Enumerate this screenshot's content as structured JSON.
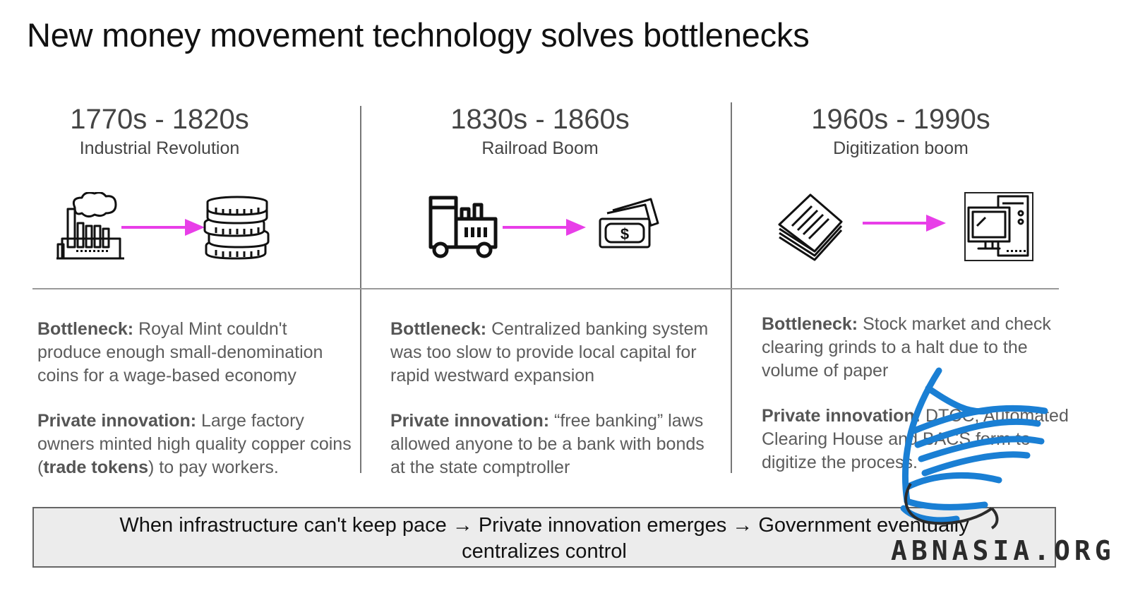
{
  "title": "New money movement technology solves bottlenecks",
  "columns": [
    {
      "years": "1770s - 1820s",
      "era": "Industrial Revolution",
      "from_icon": "factory-icon",
      "to_icon": "coins-stack-icon",
      "bottleneck_label": "Bottleneck:",
      "bottleneck_text": " Royal Mint couldn't produce enough small-denomination coins for a wage-based economy",
      "innovation_label": "Private innovation:",
      "innovation_text_a": " Large factory owners minted high quality copper coins (",
      "innovation_bold": "trade tokens",
      "innovation_text_b": ") to pay workers."
    },
    {
      "years": "1830s - 1860s",
      "era": "Railroad Boom",
      "from_icon": "train-icon",
      "to_icon": "banknotes-icon",
      "dollar_symbol": "$",
      "bottleneck_label": "Bottleneck:",
      "bottleneck_text": " Centralized banking system was too slow to provide local capital for rapid westward expansion",
      "innovation_label": "Private innovation:",
      "innovation_text": " “free banking” laws allowed anyone to be a bank with bonds at the state comptroller"
    },
    {
      "years": "1960s - 1990s",
      "era": "Digitization boom",
      "from_icon": "paper-stack-icon",
      "to_icon": "computer-icon",
      "bottleneck_label": "Bottleneck:",
      "bottleneck_text": " Stock market and check clearing grinds to a halt due to the volume of paper",
      "innovation_label": "Private innovation:",
      "innovation_text": " DTCC, Automated Clearing House and BACS form to digitize the process."
    }
  ],
  "summary": {
    "line1": "When infrastructure can't keep pace → Private innovation emerges → Government eventually",
    "line2": "centralizes control"
  },
  "watermark": {
    "text": "ABNASIA.ORG",
    "icon": "bird-logo-icon"
  },
  "colors": {
    "arrow": "#e83ee8",
    "watermark_blue": "#1a7fd4"
  }
}
